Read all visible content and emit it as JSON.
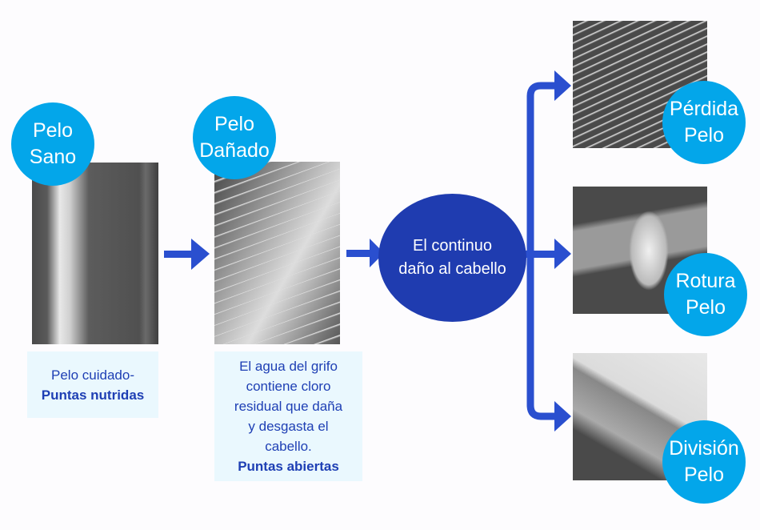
{
  "stages": {
    "healthy": {
      "badge_line1": "Pelo",
      "badge_line2": "Sano",
      "caption_line1": "Pelo cuidado-",
      "caption_bold": "Puntas nutridas"
    },
    "damaged": {
      "badge_line1": "Pelo",
      "badge_line2": "Dañado",
      "caption_lines": [
        "El agua del grifo",
        "contiene cloro",
        "residual que daña",
        "y desgasta el",
        "cabello."
      ],
      "caption_bold": "Puntas abiertas"
    }
  },
  "center": {
    "line1": "El continuo",
    "line2": "daño al cabello"
  },
  "outcomes": [
    {
      "line1": "Pérdida",
      "line2": "Pelo"
    },
    {
      "line1": "Rotura",
      "line2": "Pelo"
    },
    {
      "line1": "División",
      "line2": "Pelo"
    }
  ],
  "colors": {
    "badge": "#03a6ea",
    "center": "#1f3cb0",
    "arrow": "#2a4fcf",
    "caption_bg": "#eaf8fe",
    "caption_text": "#1e3fb4"
  }
}
